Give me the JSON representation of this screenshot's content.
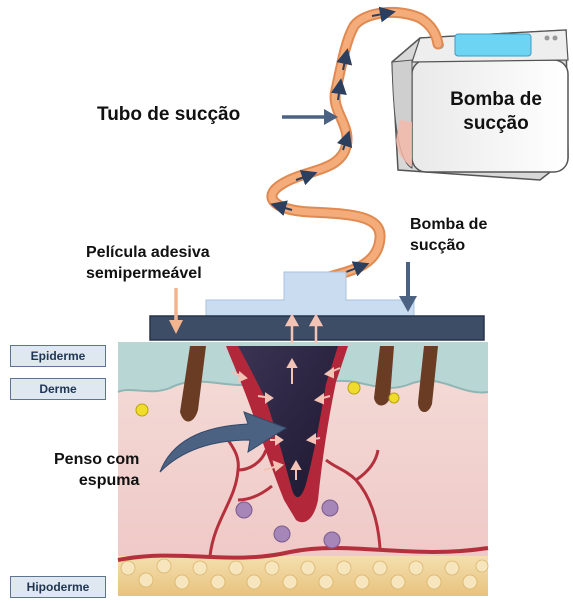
{
  "labels": {
    "tube": "Tubo de sucção",
    "pump_box": "Bomba de\nsucção",
    "pump_arrow": "Bomba de\nsucção",
    "film": "Película adesiva\nsemipermeável",
    "foam": "Penso com\nespuma"
  },
  "layers": {
    "epidermis": "Epiderme",
    "dermis": "Derme",
    "hypodermis": "Hipoderme"
  },
  "colors": {
    "tube": "#f0a06a",
    "tube_arrow": "#2c3f5e",
    "pointer_arrow": "#4c6283",
    "film": "#3e4d66",
    "dressing_base": "#c9dcf0",
    "foam": "#2b2440",
    "wound_edge": "#b2283a",
    "skin": "#f2d3d0",
    "epidermis": "#b8d6d4",
    "hypodermis": "#f1d6a0",
    "hair": "#6b3c24",
    "vessel": "#b5303d",
    "cell": "#a685b8",
    "gland": "#f0dc2a",
    "tag_bg": "#dfe8f1"
  }
}
